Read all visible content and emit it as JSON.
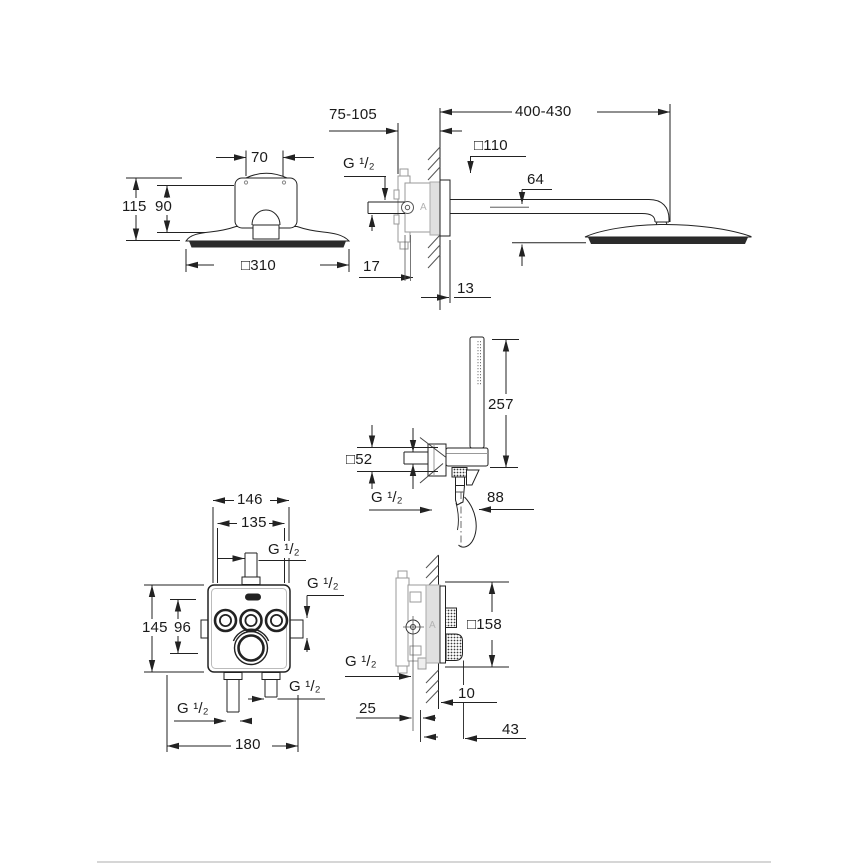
{
  "views": {
    "head_rear": {
      "top_width": "70",
      "outer_height": "115",
      "inner_height": "90",
      "bottom_width": "□310"
    },
    "arm_side": {
      "depth_range": "75-105",
      "length_range": "400-430",
      "wall_plate": "□110",
      "thread": "G ¹/₂",
      "drop": "64",
      "offset_17": "17",
      "offset_13": "13",
      "marker": "A"
    },
    "hand_shower": {
      "height": "257",
      "bracket": "□52",
      "thread": "G ¹/₂",
      "projection": "88"
    },
    "valve_front": {
      "width_146": "146",
      "width_135": "135",
      "thread_top": "G ¹/₂",
      "thread_right": "G ¹/₂",
      "height_145": "145",
      "height_96": "96",
      "thread_bottom_right": "G ¹/₂",
      "thread_bottom_left": "G ¹/₂",
      "width_180": "180"
    },
    "valve_side": {
      "wall_plate": "□158",
      "thread": "G ¹/₂",
      "depth_25": "25",
      "depth_10": "10",
      "depth_43": "43",
      "marker": "A"
    }
  }
}
